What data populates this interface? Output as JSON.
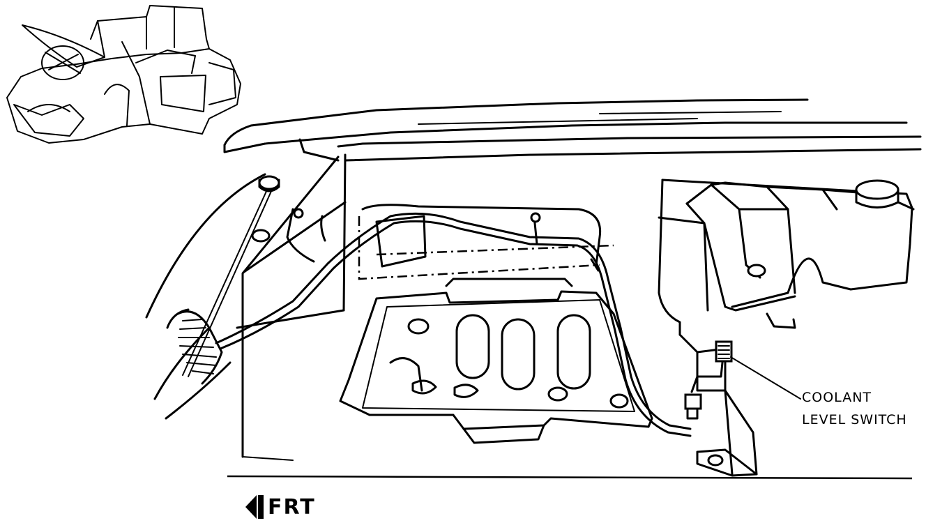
{
  "callouts": {
    "coolant_level_switch": {
      "line1": "COOLANT",
      "line2": "LEVEL SWITCH"
    }
  },
  "direction": {
    "label": "FRT"
  }
}
